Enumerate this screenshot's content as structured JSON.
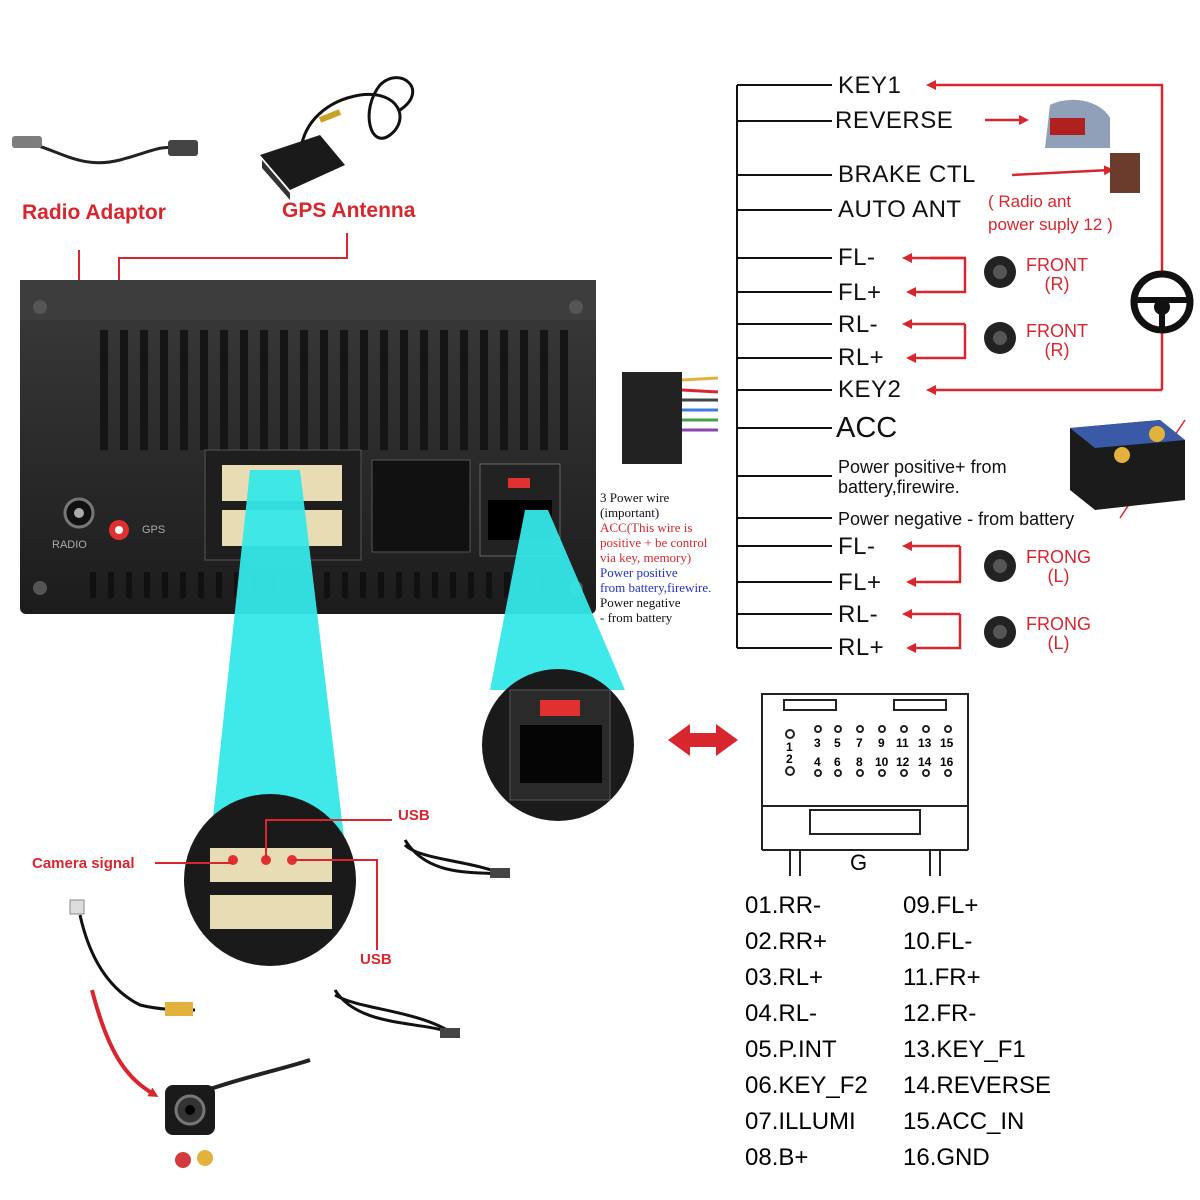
{
  "left_labels": {
    "radio_adaptor": "Radio Adaptor",
    "gps_antenna": "GPS Antenna",
    "camera_signal": "Camera signal",
    "usb_top": "USB",
    "usb_bottom": "USB"
  },
  "unit_labels": {
    "radio_port": "RADIO",
    "gps_port": "GPS"
  },
  "power_note": {
    "line1": "3 Power wire",
    "line2": "(important)",
    "line3": "ACC(This wire is",
    "line4": "positive + be control",
    "line5": "via key,  memory)",
    "line6": "Power positive",
    "line7": "from battery,firewire.",
    "line8": "Power negative",
    "line9": "- from battery"
  },
  "wires": {
    "key1": "KEY1",
    "reverse": "REVERSE",
    "brake": "BRAKE CTL",
    "auto_ant": "AUTO ANT",
    "auto_ant_note1": "( Radio ant",
    "auto_ant_note2": "power suply 12 )",
    "fl_minus_1": "FL-",
    "fl_plus_1": "FL+",
    "rl_minus_1": "RL-",
    "rl_plus_1": "RL+",
    "key2": "KEY2",
    "acc": "ACC",
    "power_pos1": "Power positive+ from",
    "power_pos2": "battery,firewire.",
    "power_neg": "Power negative - from battery",
    "fl_minus_2": "FL-",
    "fl_plus_2": "FL+",
    "rl_minus_2": "RL-",
    "rl_plus_2": "RL+"
  },
  "speakers": {
    "front_r_1": [
      "FRONT",
      "(R)"
    ],
    "front_r_2": [
      "FRONT",
      "(R)"
    ],
    "frong_l_1": [
      "FRONG",
      "(L)"
    ],
    "frong_l_2": [
      "FRONG",
      "(L)"
    ]
  },
  "connector": {
    "top_pins": [
      "1",
      "3",
      "5",
      "7",
      "9",
      "11",
      "13",
      "15"
    ],
    "bottom_pins": [
      "2",
      "4",
      "6",
      "8",
      "10",
      "12",
      "14",
      "16"
    ],
    "ground": "G"
  },
  "pinout_left": [
    "01.RR-",
    "02.RR+",
    "03.RL+",
    "04.RL-",
    "05.P.INT",
    "06.KEY_F2",
    "07.ILLUMI",
    "08.B+"
  ],
  "pinout_right": [
    "09.FL+",
    "10.FL-",
    "11.FR+",
    "12.FR-",
    "13.KEY_F1",
    "14.REVERSE",
    "15.ACC_IN",
    "16.GND"
  ],
  "colors": {
    "accent_red": "#d8262e",
    "cyan": "#36e8e8",
    "unit_dark": "#2b2b2b"
  }
}
